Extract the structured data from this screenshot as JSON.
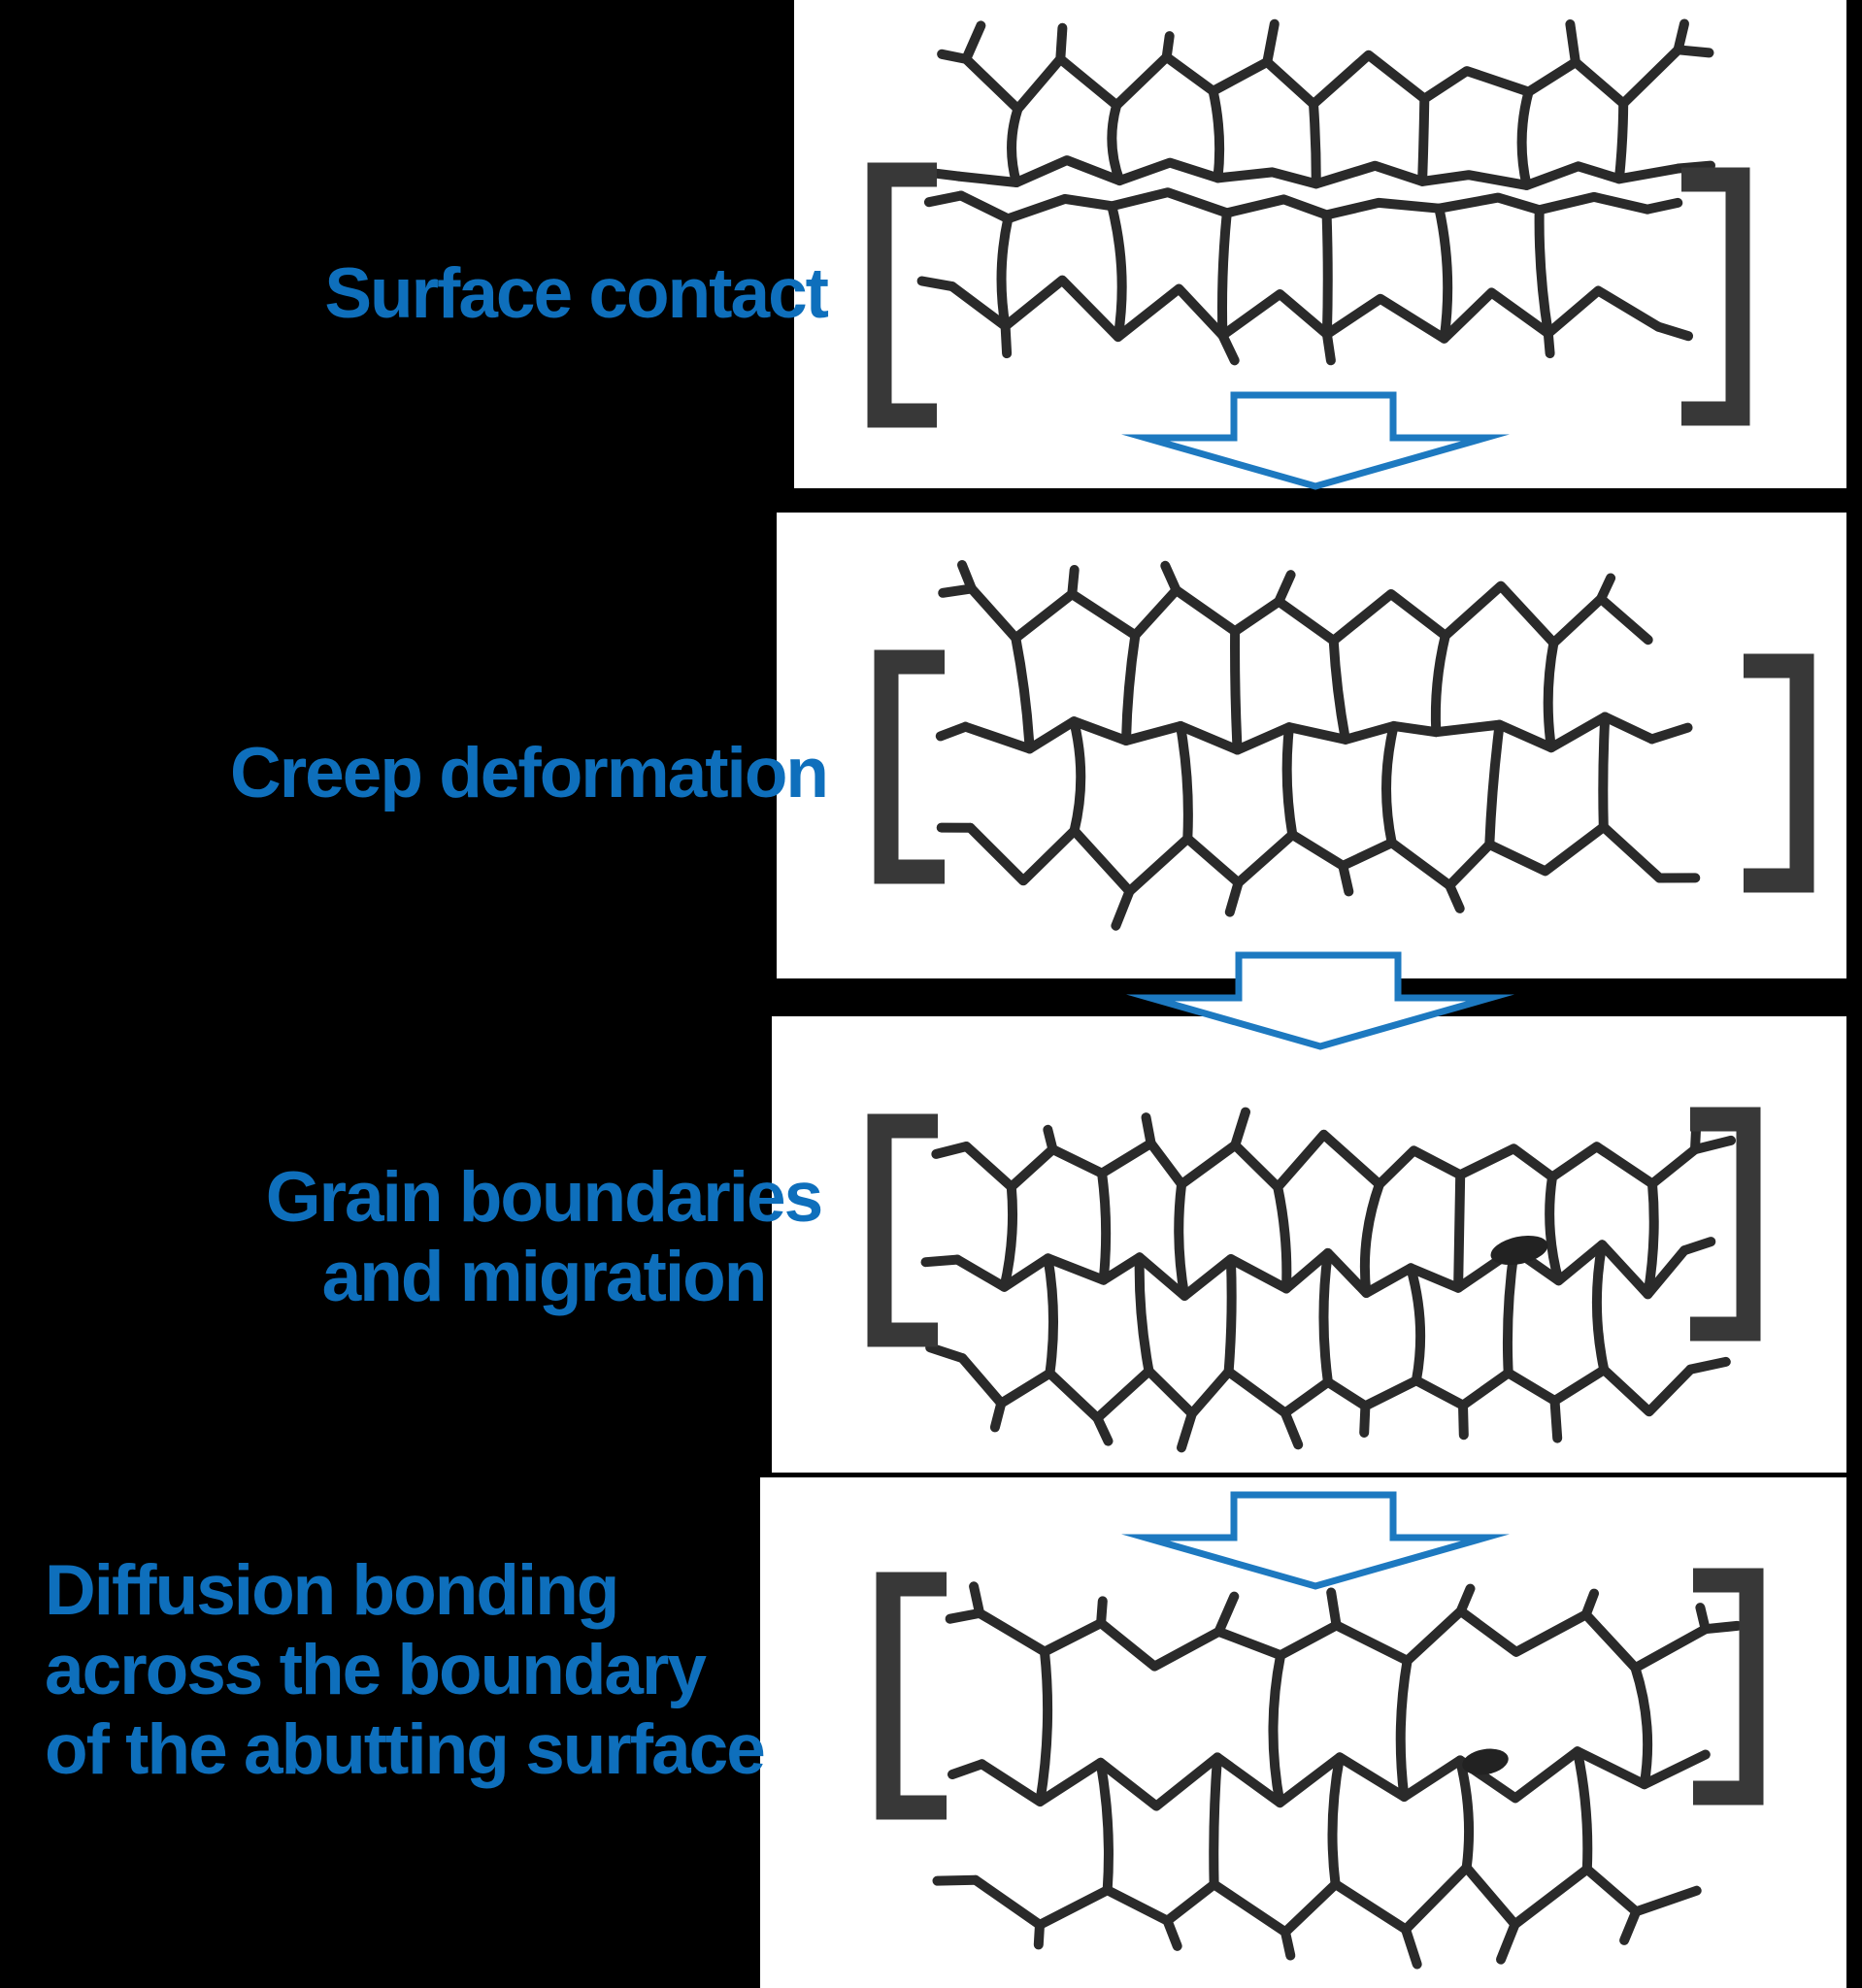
{
  "stages": [
    {
      "id": "surface-contact",
      "label_lines": [
        "Surface contact"
      ]
    },
    {
      "id": "creep-deformation",
      "label_lines": [
        "Creep deformation"
      ]
    },
    {
      "id": "grain-boundaries-migration",
      "label_lines": [
        "Grain boundaries",
        "and migration"
      ]
    },
    {
      "id": "diffusion-bonding",
      "label_lines": [
        "Diffusion bonding",
        "across the boundary",
        "of the abutting surface"
      ]
    }
  ],
  "arrows": {
    "count": 3,
    "direction": "down"
  },
  "colors": {
    "background": "#000000",
    "panel": "#ffffff",
    "label_text": "#0e6fbc",
    "arrow_outline": "#1d79c0",
    "arrow_fill": "#ffffff",
    "grain_line": "#2a2a2a",
    "bracket": "#383838",
    "pore": "#222222"
  }
}
